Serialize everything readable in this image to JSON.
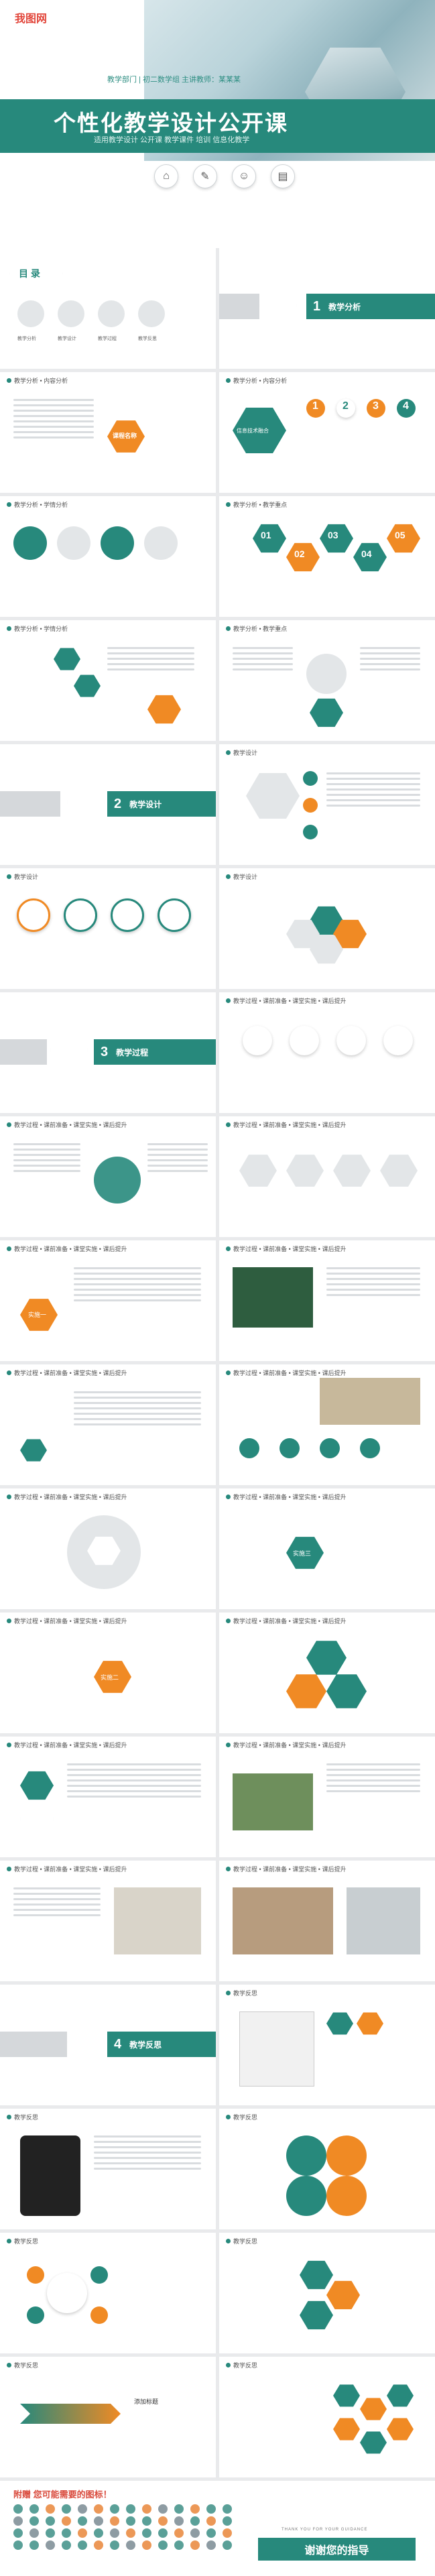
{
  "brand": "我图网",
  "cover": {
    "tagline": "教学部门 | 初二数学组    主讲教师：某某某",
    "title": "个性化教学设计公开课",
    "subtitle": "适用教学设计  公开课  教学课件  培训  信息化教学",
    "icons": [
      "home-icon",
      "pen-icon",
      "person-icon",
      "chart-icon"
    ]
  },
  "toc": {
    "title": "目 录",
    "items": [
      "教学分析",
      "教学设计",
      "教学过程",
      "教学反思"
    ]
  },
  "section1": {
    "num": "1",
    "label": "教学分析"
  },
  "section2": {
    "num": "2",
    "label": "教学设计"
  },
  "section3": {
    "num": "3",
    "label": "教学过程"
  },
  "section4": {
    "num": "4",
    "label": "教学反思"
  },
  "headers": {
    "analysis": "教学分析 • 内容分析",
    "analysis2": "教学分析 • 学情分析",
    "analysis3": "教学分析 • 教学重点",
    "design": "教学设计",
    "process": "教学过程 • 课前准备 • 课堂实施 • 课后提升",
    "reflection": "教学反思",
    "course": "课程名称"
  },
  "labels": {
    "tech": "信息技术融合",
    "practice": "实施二",
    "practice3": "实施三",
    "example": "实施一",
    "title_add": "添加标题",
    "thanks": "谢谢您的指导",
    "thanks_sub": "THANK YOU FOR YOUR GUIDANCE",
    "ad": "附赠 您可能需要的图标！"
  },
  "hex_numbers": [
    "01",
    "02",
    "03",
    "04",
    "05"
  ],
  "step_numbers": [
    "1",
    "2",
    "3",
    "4"
  ]
}
